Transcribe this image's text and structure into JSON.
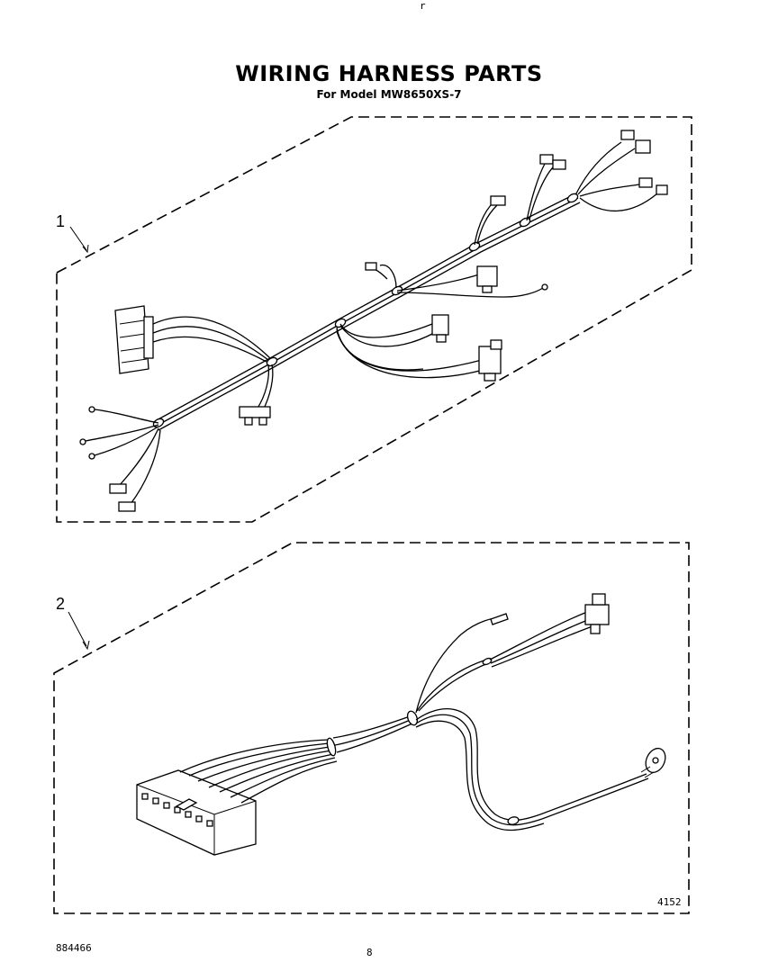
{
  "page": {
    "title": "WIRING HARNESS PARTS",
    "subtitle": "For Model MW8650XS-7",
    "top_mark": "r",
    "doc_number": "884466",
    "page_number": "8",
    "figure_id": "4152"
  },
  "callouts": [
    {
      "number": "1"
    },
    {
      "number": "2"
    }
  ]
}
